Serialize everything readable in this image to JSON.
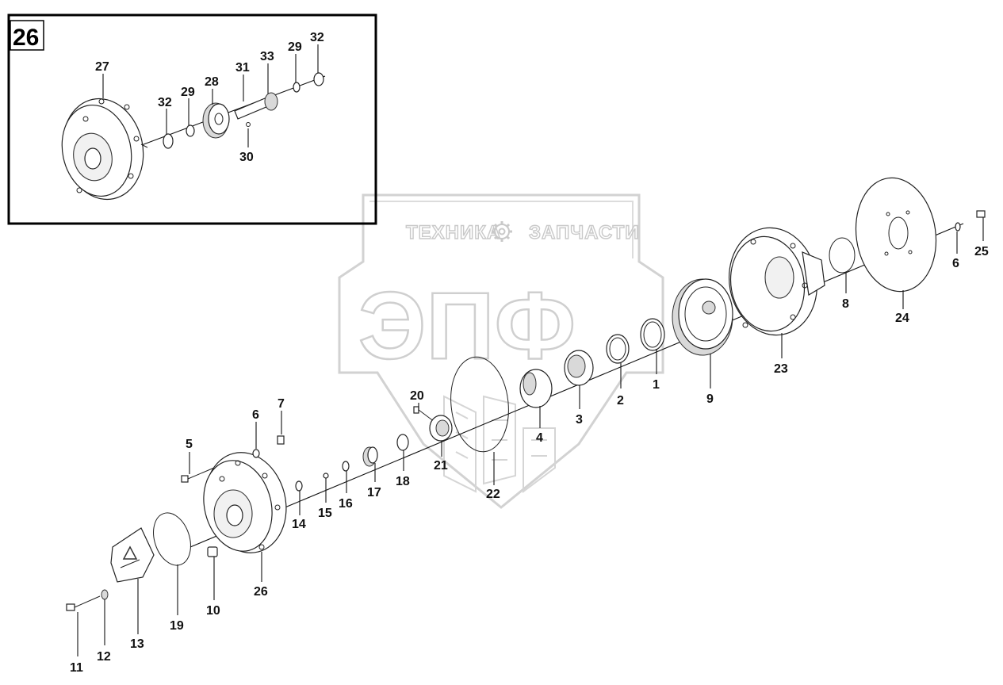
{
  "watermark": {
    "top_left": "ТЕХНИКА",
    "top_right": "ЗАПЧАСТИ",
    "big": "ЭПФ"
  },
  "inset": {
    "number": "26",
    "labels": [
      "27",
      "32",
      "29",
      "28",
      "31",
      "33",
      "29",
      "32",
      "30"
    ]
  },
  "callouts": [
    "1",
    "2",
    "3",
    "4",
    "5",
    "6",
    "7",
    "8",
    "9",
    "10",
    "11",
    "12",
    "13",
    "14",
    "15",
    "16",
    "17",
    "18",
    "19",
    "20",
    "21",
    "22",
    "23",
    "24",
    "25",
    "6",
    "26"
  ]
}
